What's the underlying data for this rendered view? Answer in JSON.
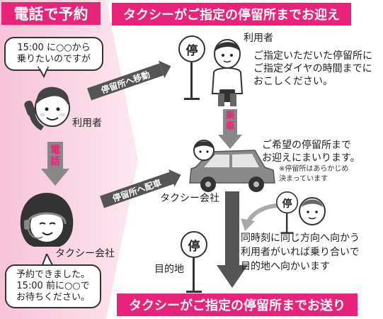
{
  "left_header": "電話で予約",
  "top_header": "タクシーがご指定の停留所までお迎え",
  "bottom_header": "タクシーがご指定の停留所までお送り",
  "caller_bubble": [
    "15:00 に○○から",
    "乗りたいのですが"
  ],
  "caller_label": "利用者",
  "phone_arrow_label": "電話",
  "operator_label": "タクシー会社",
  "reply_bubble": [
    "予約できました。",
    "15:00 前に○○で",
    "お待ちください。"
  ],
  "move_arrow_label": "停留所へ移動",
  "waiting_user_label": "利用者",
  "waiting_note": [
    "ご指定いただいた停留所に",
    "ご指定ダイヤの時間までに",
    "おこしください。"
  ],
  "board_label": "乗車",
  "dispatch_arrow_label": "停留所へ配車",
  "taxi_label": "タクシー会社",
  "pickup_note": [
    "ご希望の停留所まで",
    "お迎えにまいります。"
  ],
  "stop_note": [
    "※停留所はあらかじめ",
    "決まっています"
  ],
  "stop_sign_char": "停",
  "shared_note": [
    "同時刻に同じ方向へ向かう",
    "利用者がいれば乗り合いで",
    "目的地へ向かいます"
  ],
  "destination_label": "目的地",
  "colors": {
    "accent": "#e8237a",
    "left_panel": "#f8cfe0",
    "arrow_gray": "#555555"
  }
}
